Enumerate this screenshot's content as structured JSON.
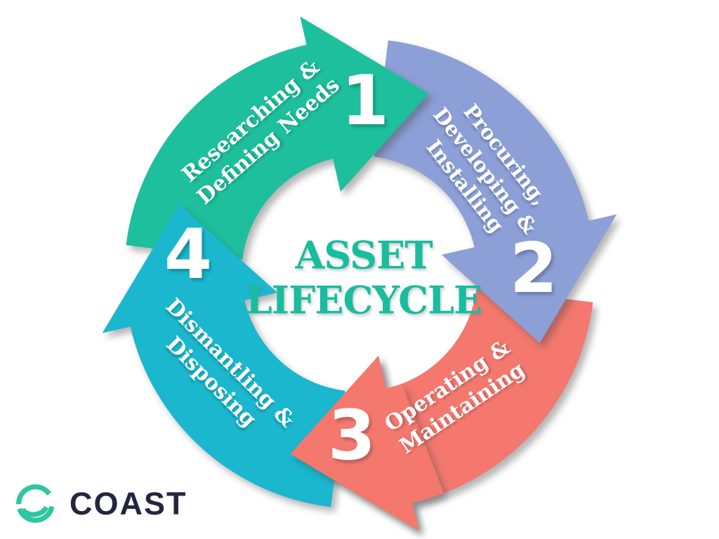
{
  "title": {
    "line1": "ASSET",
    "line2": "LIFECYCLE",
    "color": "#1abc9e"
  },
  "stages": [
    {
      "number": "1",
      "label_lines": [
        "Researching &",
        "Defining Needs"
      ],
      "color": "#1dbf9d"
    },
    {
      "number": "2",
      "label_lines": [
        "Procuring,",
        "Developing &",
        "Installing"
      ],
      "color": "#8c9fd7"
    },
    {
      "number": "3",
      "label_lines": [
        "Operating &",
        "Maintaining"
      ],
      "color": "#f4786e"
    },
    {
      "number": "4",
      "label_lines": [
        "Dismantling &",
        "Disposing"
      ],
      "color": "#1ab7ce"
    }
  ],
  "logo": {
    "text": "COAST",
    "icon": "coast-smile-icon",
    "icon_color": "#2ec6a2",
    "text_color": "#23263e"
  }
}
